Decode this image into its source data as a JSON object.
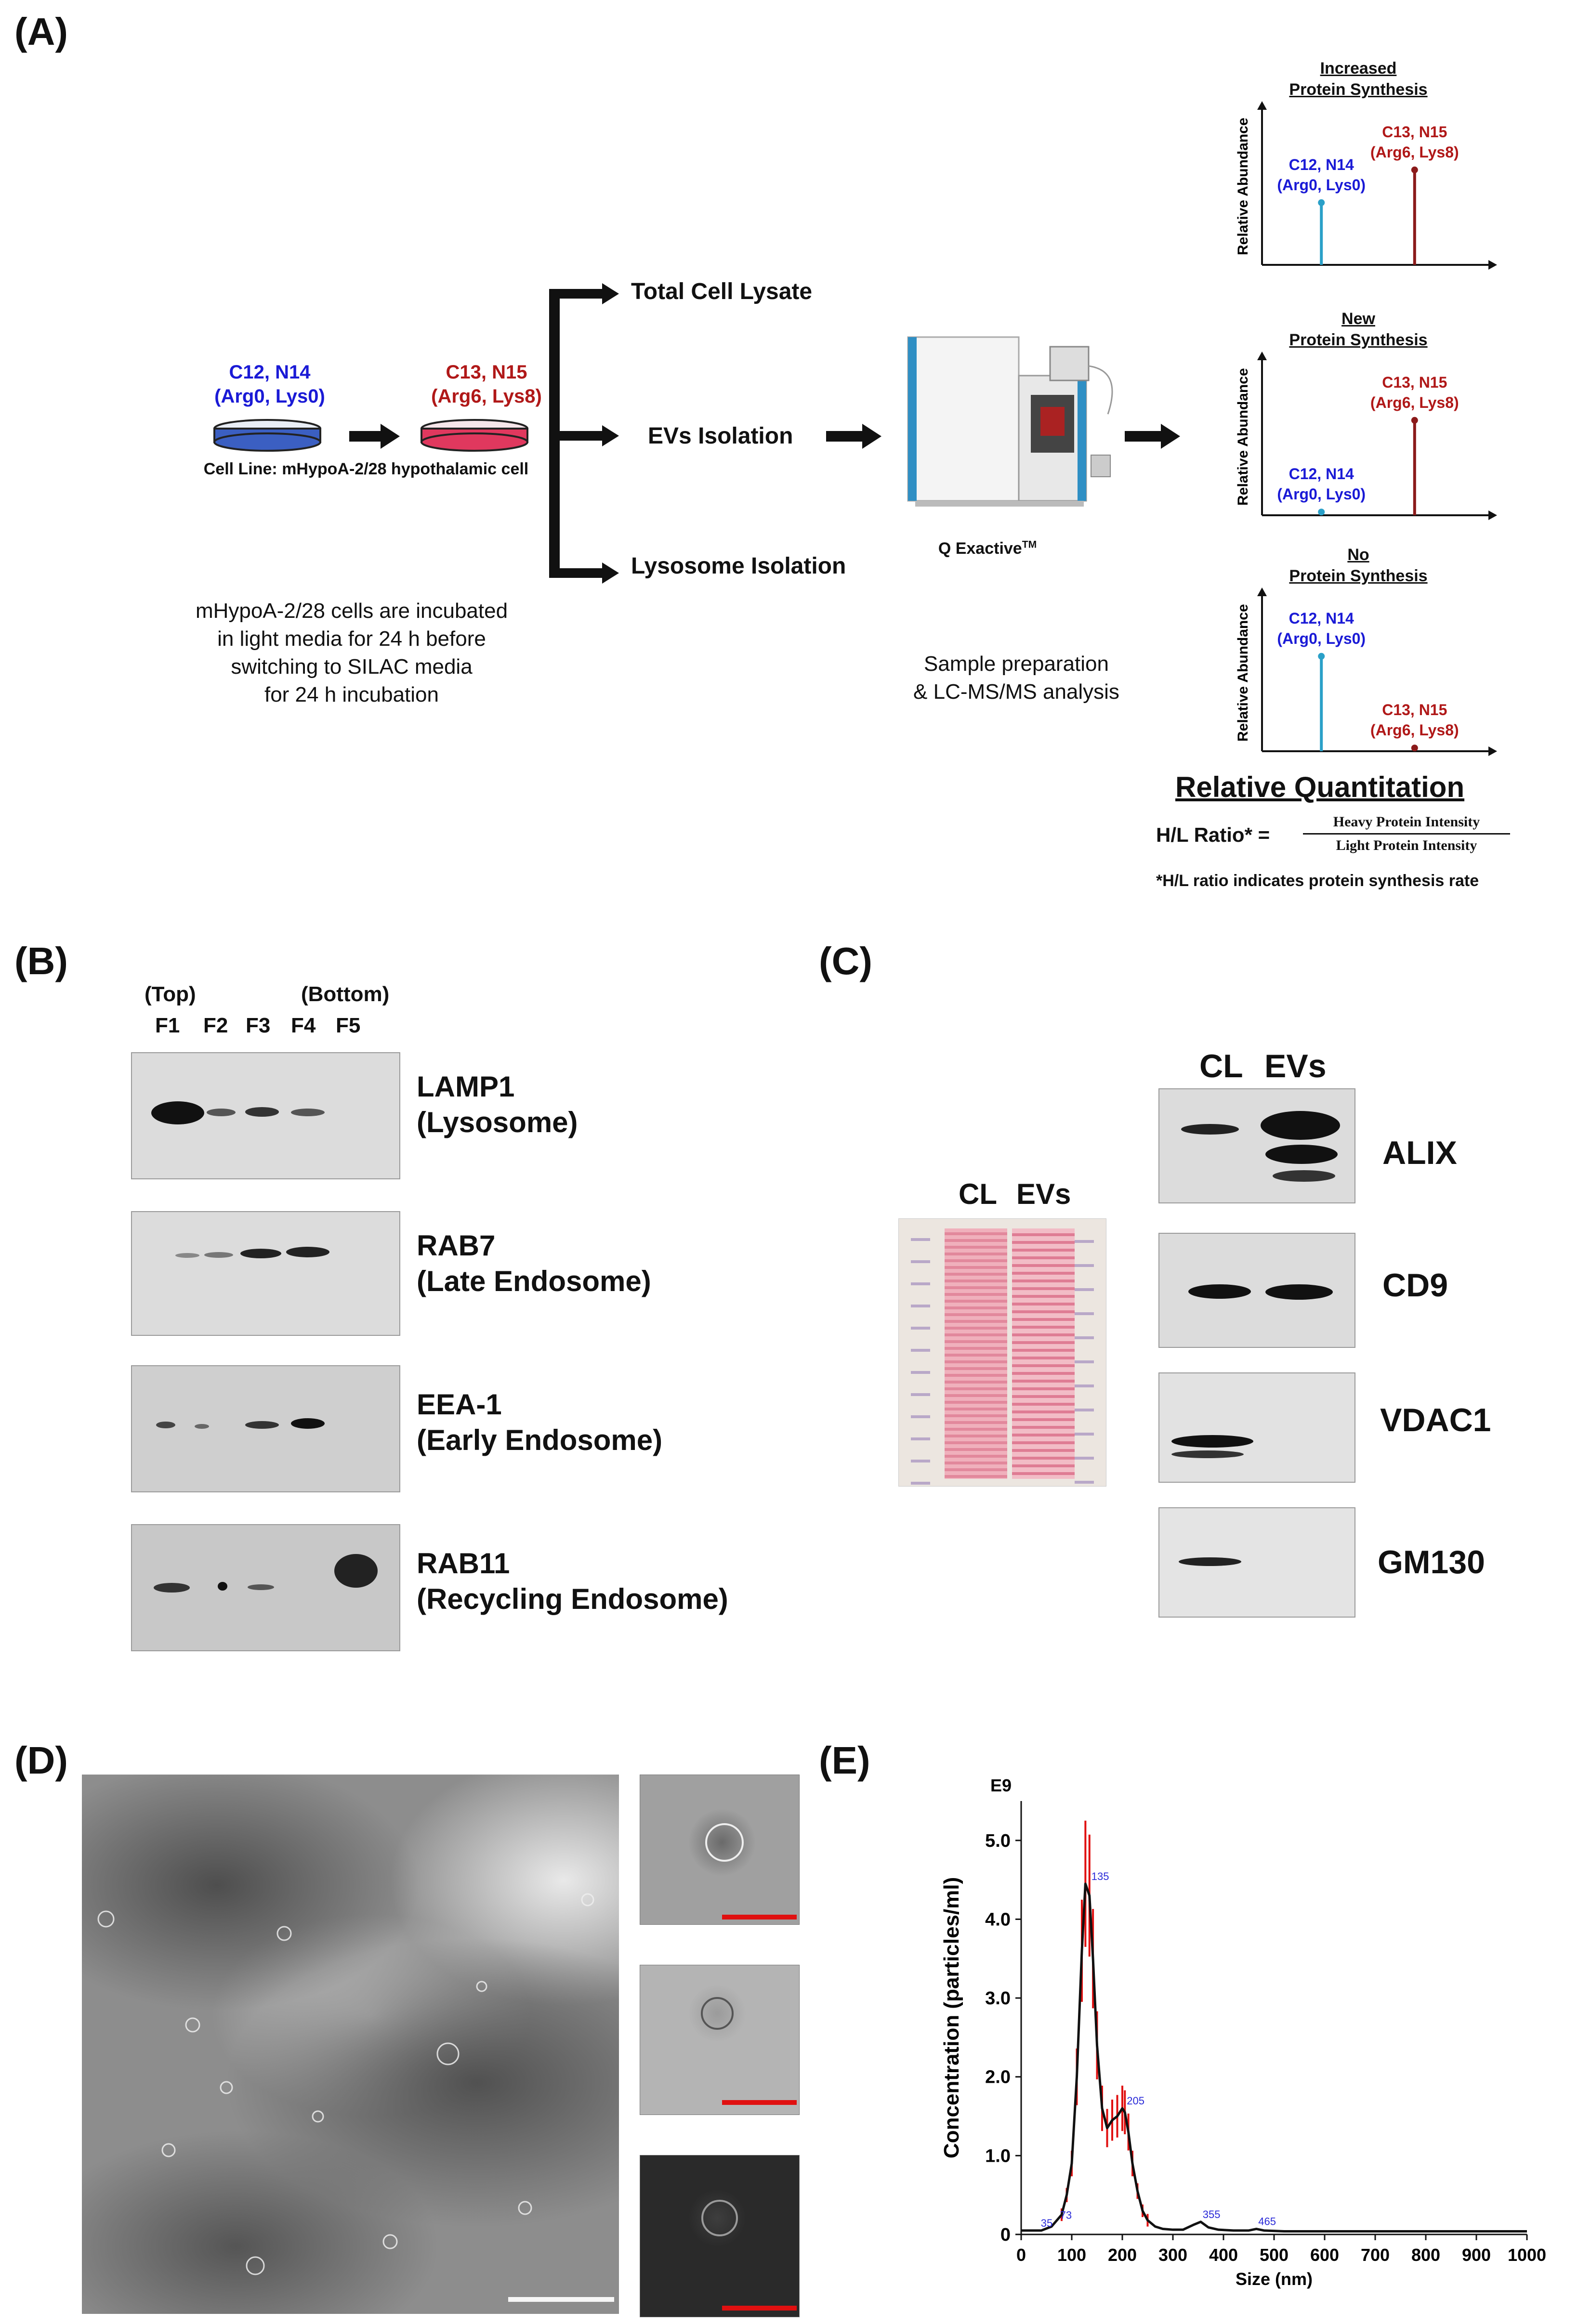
{
  "panels": {
    "a": "(A)",
    "b": "(B)",
    "c": "(C)",
    "d": "(D)",
    "e": "(E)"
  },
  "workflow": {
    "light_line1": "C12, N14",
    "light_line2": "(Arg0, Lys0)",
    "heavy_line1": "C13, N15",
    "heavy_line2": "(Arg6, Lys8)",
    "cell_line": "Cell Line: mHypoA-2/28 hypothalamic cell",
    "desc": [
      "mHypoA-2/28 cells are incubated",
      "in light media for 24 h before",
      "switching to SILAC media",
      "for 24 h incubation"
    ],
    "branches": [
      "Total Cell Lysate",
      "EVs Isolation",
      "Lysosome Isolation"
    ],
    "instrument": "Q Exactive",
    "instrument_tm": "TM",
    "sample_prep": [
      "Sample preparation",
      "& LC-MS/MS analysis"
    ]
  },
  "spectra": {
    "y_label": "Relative Abundance",
    "plots": [
      {
        "title1": "Increased",
        "title2": "Protein Synthesis",
        "light_level": 0.38,
        "heavy_level": 0.58
      },
      {
        "title1": "New",
        "title2": "Protein Synthesis",
        "light_level": 0.02,
        "heavy_level": 0.58
      },
      {
        "title1": "No",
        "title2": "Protein Synthesis",
        "light_level": 0.58,
        "heavy_level": 0.02
      }
    ],
    "light_label1": "C12, N14",
    "light_label2": "(Arg0, Lys0)",
    "heavy_label1": "C13, N15",
    "heavy_label2": "(Arg6, Lys8)",
    "light_color": "#2aa0c8",
    "heavy_color": "#8b1a1a"
  },
  "quant": {
    "title": "Relative Quantitation",
    "ratio_label": "H/L Ratio* =",
    "numerator": "Heavy Protein Intensity",
    "denominator": "Light Protein Intensity",
    "note": "*H/L ratio indicates protein synthesis rate"
  },
  "panel_b": {
    "top": "(Top)",
    "bottom": "(Bottom)",
    "fractions": [
      "F1",
      "F2",
      "F3",
      "F4",
      "F5"
    ],
    "blots": [
      {
        "name": "LAMP1",
        "desc": "(Lysosome)"
      },
      {
        "name": "RAB7",
        "desc": "(Late Endosome)"
      },
      {
        "name": "EEA-1",
        "desc": "(Early Endosome)"
      },
      {
        "name": "RAB11",
        "desc": "(Recycling Endosome)"
      }
    ]
  },
  "panel_c": {
    "gel_cols": [
      "CL",
      "EVs"
    ],
    "blot_cols": [
      "CL",
      "EVs"
    ],
    "blots": [
      "ALIX",
      "CD9",
      "VDAC1",
      "GM130"
    ]
  },
  "panel_e": {
    "chart_data": {
      "type": "line",
      "title": "",
      "xlabel": "Size (nm)",
      "ylabel": "Concentration (particles/ml)",
      "y_multiplier": "E9",
      "xlim": [
        0,
        1000
      ],
      "ylim": [
        0,
        5.5
      ],
      "x_ticks": [
        0,
        100,
        200,
        300,
        400,
        500,
        600,
        700,
        800,
        900,
        1000
      ],
      "y_ticks": [
        0,
        1.0,
        2.0,
        3.0,
        4.0,
        5.0
      ],
      "series": [
        {
          "x": [
            0,
            40,
            60,
            80,
            90,
            100,
            110,
            120,
            127,
            135,
            142,
            150,
            160,
            170,
            180,
            190,
            200,
            205,
            212,
            220,
            230,
            240,
            250,
            265,
            280,
            300,
            320,
            340,
            355,
            370,
            390,
            420,
            450,
            465,
            480,
            520,
            600,
            700,
            800,
            900,
            1000
          ],
          "y": [
            0.05,
            0.05,
            0.1,
            0.25,
            0.5,
            0.9,
            2.0,
            3.6,
            4.45,
            4.3,
            3.5,
            2.4,
            1.6,
            1.35,
            1.45,
            1.5,
            1.6,
            1.55,
            1.3,
            0.9,
            0.55,
            0.3,
            0.18,
            0.1,
            0.07,
            0.06,
            0.06,
            0.12,
            0.16,
            0.09,
            0.06,
            0.05,
            0.05,
            0.07,
            0.05,
            0.04,
            0.04,
            0.04,
            0.04,
            0.04,
            0.04
          ]
        }
      ],
      "annotations": [
        {
          "x": 35,
          "y": 0.05,
          "label": "35"
        },
        {
          "x": 73,
          "y": 0.15,
          "label": "73"
        },
        {
          "x": 135,
          "y": 4.45,
          "label": "135"
        },
        {
          "x": 205,
          "y": 1.6,
          "label": "205"
        },
        {
          "x": 355,
          "y": 0.16,
          "label": "355"
        },
        {
          "x": 465,
          "y": 0.07,
          "label": "465"
        }
      ],
      "line_color": "#111111",
      "error_color": "#e01010",
      "annotation_color": "#2a2ad8"
    }
  }
}
